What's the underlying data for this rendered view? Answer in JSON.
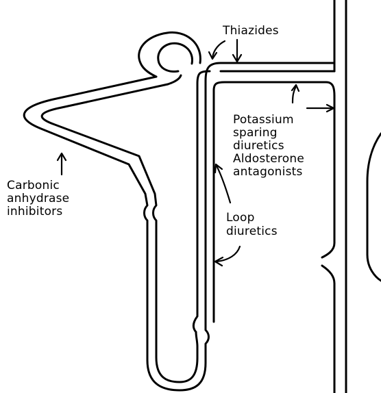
{
  "labels": {
    "thiazides": "Thiazides",
    "potassium_sparing": [
      "Potassium",
      "sparing",
      "diuretics",
      "Aldosterone",
      "antagonists"
    ],
    "carbonic_anhydrase": [
      "Carbonic",
      "anhydrase",
      "inhibitors"
    ],
    "loop_diuretics": [
      "Loop",
      "diuretics"
    ]
  },
  "colors": {
    "ink": "#000000",
    "background": "#ffffff"
  }
}
